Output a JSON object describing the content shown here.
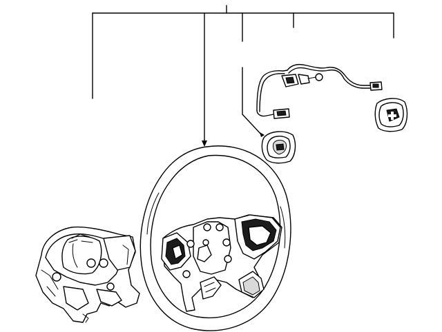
{
  "diagram": {
    "colors": {
      "stroke": "#000000",
      "background": "#ffffff",
      "fill_dark": "#1c1c1c",
      "fill_grey": "#d9d9d9"
    },
    "parts": [
      {
        "id": "airbag-module",
        "icon": "airbag-module-icon"
      },
      {
        "id": "steering-wheel",
        "icon": "steering-wheel-icon"
      },
      {
        "id": "wheel-switch-left",
        "icon": "control-switch-icon"
      },
      {
        "id": "wiring-harness",
        "icon": "wiring-harness-icon"
      },
      {
        "id": "wheel-switch-right",
        "icon": "directional-switch-icon"
      }
    ]
  }
}
